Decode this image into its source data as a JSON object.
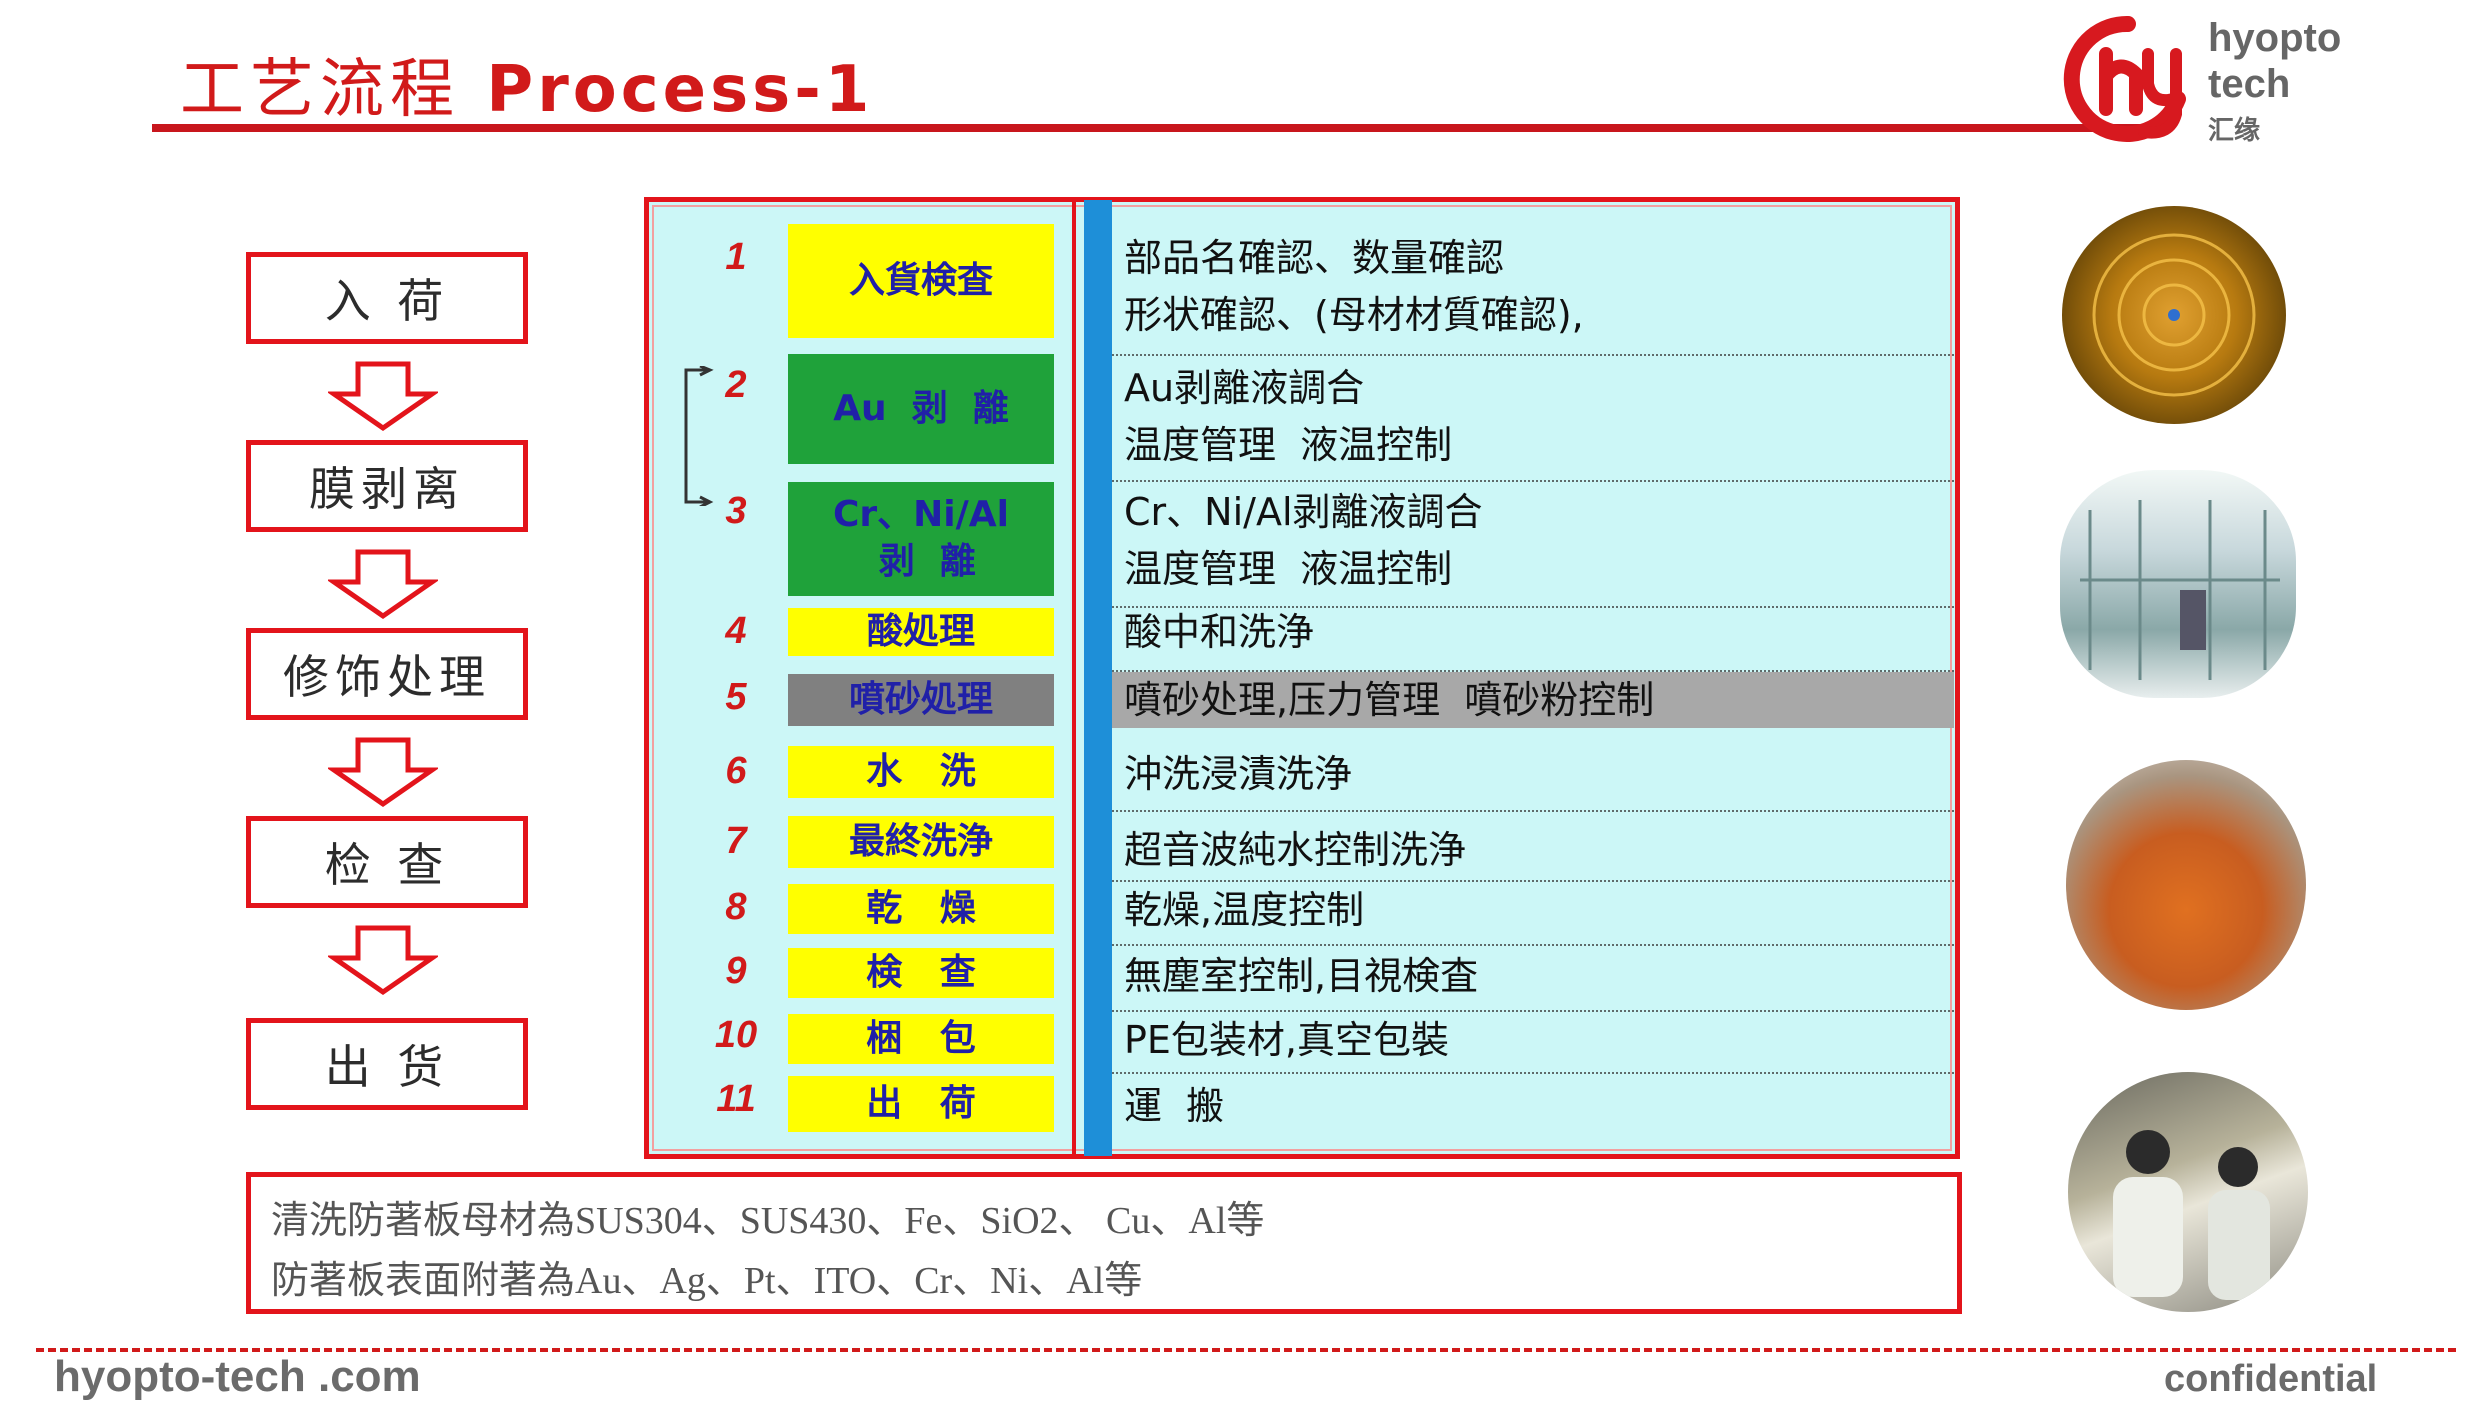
{
  "header": {
    "title_zh": "工艺流程",
    "title_en": "Process-1"
  },
  "logo": {
    "line1": "hyopto",
    "line2": "tech",
    "line3": "汇缘"
  },
  "flow": [
    {
      "label": "入 荷"
    },
    {
      "label": "膜剥离"
    },
    {
      "label": "修饰处理"
    },
    {
      "label": "检 查"
    },
    {
      "label": "出 货"
    }
  ],
  "steps": [
    {
      "num": "1",
      "name": "入貨検査",
      "desc": "部品名確認、数量確認\n形状確認、(母材材質確認),"
    },
    {
      "num": "2",
      "name": "Au  剥  離",
      "desc": "Au剥離液調合\n温度管理  液温控制"
    },
    {
      "num": "3",
      "name": "Cr、Ni/Al\n 剥  離",
      "desc": "Cr、Ni/Al剥離液調合\n温度管理  液温控制"
    },
    {
      "num": "4",
      "name": "酸処理",
      "desc": "酸中和洗浄"
    },
    {
      "num": "5",
      "name": "噴砂処理",
      "desc": "噴砂处理,压力管理  噴砂粉控制"
    },
    {
      "num": "6",
      "name": "水   洗",
      "desc": "沖洗浸漬洗浄"
    },
    {
      "num": "7",
      "name": "最終洗浄",
      "desc": "超音波純水控制洗浄"
    },
    {
      "num": "8",
      "name": "乾   燥",
      "desc": "乾燥,温度控制"
    },
    {
      "num": "9",
      "name": "検   查",
      "desc": "無塵室控制,目視検査"
    },
    {
      "num": "10",
      "name": "梱   包",
      "desc": "PE包装材,真空包裝"
    },
    {
      "num": "11",
      "name": "出   荷",
      "desc": "運  搬"
    }
  ],
  "note": {
    "line1": "清洗防著板母材為SUS304、SUS430、Fe、SiO2、  Cu、Al等",
    "line2": "防著板表面附著為Au、Ag、Pt、ITO、Cr、Ni、Al等"
  },
  "photos": [
    {
      "icon": "wafer-plate-photo"
    },
    {
      "icon": "clean-room-photo"
    },
    {
      "icon": "etching-tank-photo"
    },
    {
      "icon": "workers-inspection-photo"
    }
  ],
  "footer": {
    "site": "hyopto-tech .com",
    "confidential": "confidential"
  },
  "colors": {
    "accent_red": "#e3141b",
    "table_bg": "#ccf7f7",
    "step_yellow": "#ffff00",
    "step_green": "#1fa23a",
    "step_gray": "#808080",
    "bar_blue": "#1e8fd8"
  }
}
